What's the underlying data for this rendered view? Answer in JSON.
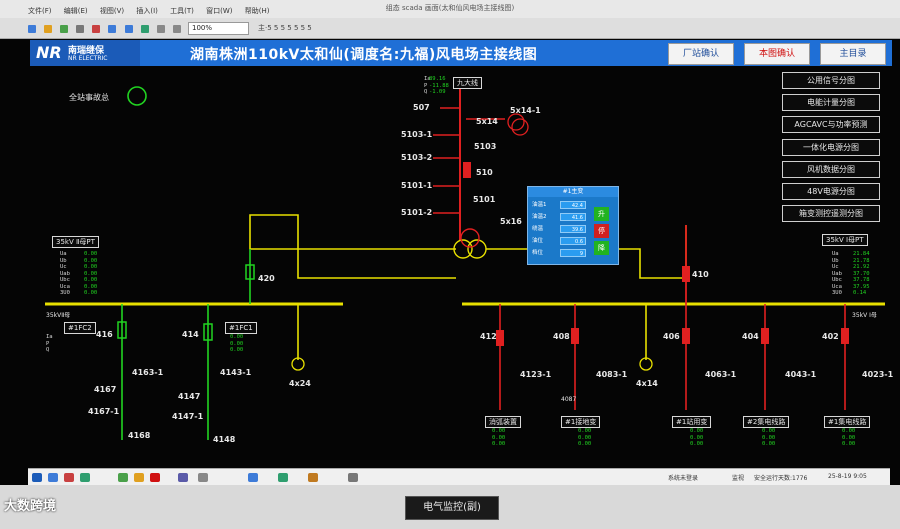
{
  "window": {
    "title": "组态 scada 画面(太和仙风电场主接线图)",
    "menus": [
      "文件(F)",
      "编辑(E)",
      "视图(V)",
      "插入(I)",
      "工具(T)",
      "窗口(W)",
      "帮助(H)"
    ],
    "zoom": "100%",
    "toolbar_text": "主·5  5  5 5  5 5 5"
  },
  "header": {
    "logo_mark": "NR",
    "logo_cn": "南瑞继保",
    "logo_en": "NR ELECTRIC",
    "title": "湖南株洲110kV太和仙(调度名:九福)风电场主接线图",
    "buttons": [
      "厂站确认",
      "本图确认",
      "主目录"
    ]
  },
  "right_menu": [
    "公用信号分图",
    "电能计量分图",
    "AGCAVC与功率预测",
    "一体化电源分图",
    "风机数据分图",
    "48V电源分图",
    "箱变测控遥测分图"
  ],
  "labels": {
    "station_alarm": "全站事故总",
    "line_tag": "九大线",
    "pq_keys": "Ia\nP\nQ",
    "pq_vals": "89.16\n-11.88\n-1.09",
    "s507": "507",
    "s5x14": "5x14",
    "s5x14_1": "5x14-1",
    "s5103_1": "5103-1",
    "s5103_2": "5103-2",
    "s5101_1": "5101-1",
    "s5101_2": "5101-2",
    "s5103": "5103",
    "s510": "510",
    "s5101": "5101",
    "s5x16": "5x16",
    "pt2": "35kV Ⅱ母PT",
    "pt1": "35kV Ⅰ母PT",
    "bus_keys": "Ua\nUb\nUc\nUab\nUbc\nUca\n3U0",
    "bus2_vals": "0.00\n0.00\n0.00\n0.00\n0.00\n0.00\n0.00",
    "bus1_vals": "21.84\n21.78\n21.92\n37.70\n37.78\n37.95\n0.14",
    "bus2": "35kVⅡ母",
    "bus1": "35kV Ⅰ母",
    "b420": "420",
    "b410": "410",
    "fc2": "#1FC2",
    "fc1": "#1FC1",
    "b416": "416",
    "b414": "414",
    "b4163_1": "4163-1",
    "b4143_1": "4143-1",
    "b4167": "4167",
    "b4147": "4147",
    "b4167_1": "4167-1",
    "b4147_1": "4147-1",
    "b4168": "4168",
    "b4148": "4148",
    "b4x24": "4x24",
    "b412": "412",
    "b408": "408",
    "b406": "406",
    "b404": "404",
    "b402": "402",
    "b4123_1": "4123-1",
    "b4083_1": "4083-1",
    "b4063_1": "4063-1",
    "b4043_1": "4043-1",
    "b4023_1": "4023-1",
    "b4087": "4087",
    "b4x14": "4x14",
    "ipq_keys": "Ia\nP\nQ",
    "zeros3": "0.00\n0.00\n0.00"
  },
  "feeder_tags": [
    "消弧装置",
    "#1接地变",
    "#1站用变",
    "#2集电线路",
    "#1集电线路"
  ],
  "popup": {
    "title": "#1主变",
    "rows": [
      {
        "k": "油温1",
        "v": "42.4"
      },
      {
        "k": "油温2",
        "v": "41.6"
      },
      {
        "k": "绕温",
        "v": "39.6"
      },
      {
        "k": "油位",
        "v": "0.6"
      },
      {
        "k": "档位",
        "v": "9"
      }
    ],
    "buttons": [
      "升",
      "停",
      "降"
    ]
  },
  "taskbar": {
    "status": "系统未登录",
    "user": "监视",
    "uptime": "安全运行天数:1776",
    "clock": "25-8-19 9:05"
  },
  "bezel": {
    "plate": "电气监控(副)",
    "watermark": "大数跨境"
  }
}
